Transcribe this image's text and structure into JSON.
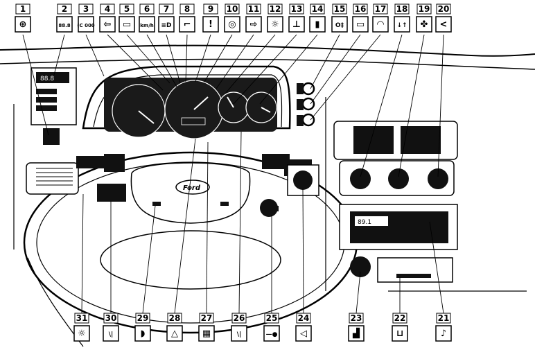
{
  "top_callouts": [
    {
      "number": "1",
      "icon": "fog-lamp-icon",
      "glyph": "⊕"
    },
    {
      "number": "2",
      "icon": "digital-display-icon",
      "glyph": "88.8"
    },
    {
      "number": "3",
      "icon": "service-indicator-icon",
      "glyph": "(C 000"
    },
    {
      "number": "4",
      "icon": "turn-left-arrow-icon",
      "glyph": "⇦"
    },
    {
      "number": "5",
      "icon": "battery-icon",
      "glyph": "▭"
    },
    {
      "number": "6",
      "icon": "speedometer-kmh-icon",
      "glyph": "km/h"
    },
    {
      "number": "7",
      "icon": "main-beam-icon",
      "glyph": "≡D"
    },
    {
      "number": "8",
      "icon": "oil-pressure-icon",
      "glyph": "⌐"
    },
    {
      "number": "9",
      "icon": "brake-warning-icon",
      "glyph": "!"
    },
    {
      "number": "10",
      "icon": "abs-warning-icon",
      "glyph": "◎"
    },
    {
      "number": "11",
      "icon": "turn-right-arrow-icon",
      "glyph": "⇨"
    },
    {
      "number": "12",
      "icon": "side-lights-icon",
      "glyph": "☼"
    },
    {
      "number": "13",
      "icon": "coolant-temperature-icon",
      "glyph": "⊥"
    },
    {
      "number": "14",
      "icon": "fuel-pump-icon",
      "glyph": "▮"
    },
    {
      "number": "15",
      "icon": "rear-fog-lamp-icon",
      "glyph": "O‡"
    },
    {
      "number": "16",
      "icon": "heated-rear-window-icon",
      "glyph": "▭"
    },
    {
      "number": "17",
      "icon": "heated-windscreen-icon",
      "glyph": "◠"
    },
    {
      "number": "18",
      "icon": "temperature-control-icon",
      "glyph": "↓↑"
    },
    {
      "number": "19",
      "icon": "fan-icon",
      "glyph": "✤"
    },
    {
      "number": "20",
      "icon": "air-distribution-icon",
      "glyph": "<"
    }
  ],
  "bottom_callouts": [
    {
      "number": "31",
      "icon": "lighting-switch-icon",
      "glyph": "☼"
    },
    {
      "number": "30",
      "icon": "wiper-stalk-icon",
      "glyph": "\\|"
    },
    {
      "number": "29",
      "icon": "horn-icon",
      "glyph": "◗"
    },
    {
      "number": "28",
      "icon": "hazard-warning-icon",
      "glyph": "△"
    },
    {
      "number": "27",
      "icon": "rear-screen-heater-icon",
      "glyph": "▦"
    },
    {
      "number": "26",
      "icon": "wiper-switch-icon",
      "glyph": "\\|"
    },
    {
      "number": "25",
      "icon": "ignition-key-icon",
      "glyph": "—●"
    },
    {
      "number": "24",
      "icon": "mirror-adjust-icon",
      "glyph": "◁"
    },
    {
      "number": "23",
      "icon": "cigar-lighter-icon",
      "glyph": "▟"
    },
    {
      "number": "22",
      "icon": "ashtray-icon",
      "glyph": "⊔"
    },
    {
      "number": "21",
      "icon": "radio-cassette-icon",
      "glyph": "♪"
    }
  ],
  "dashboard": {
    "brand": "Ford",
    "display_text": "88.8",
    "radio_display": "89.1"
  }
}
